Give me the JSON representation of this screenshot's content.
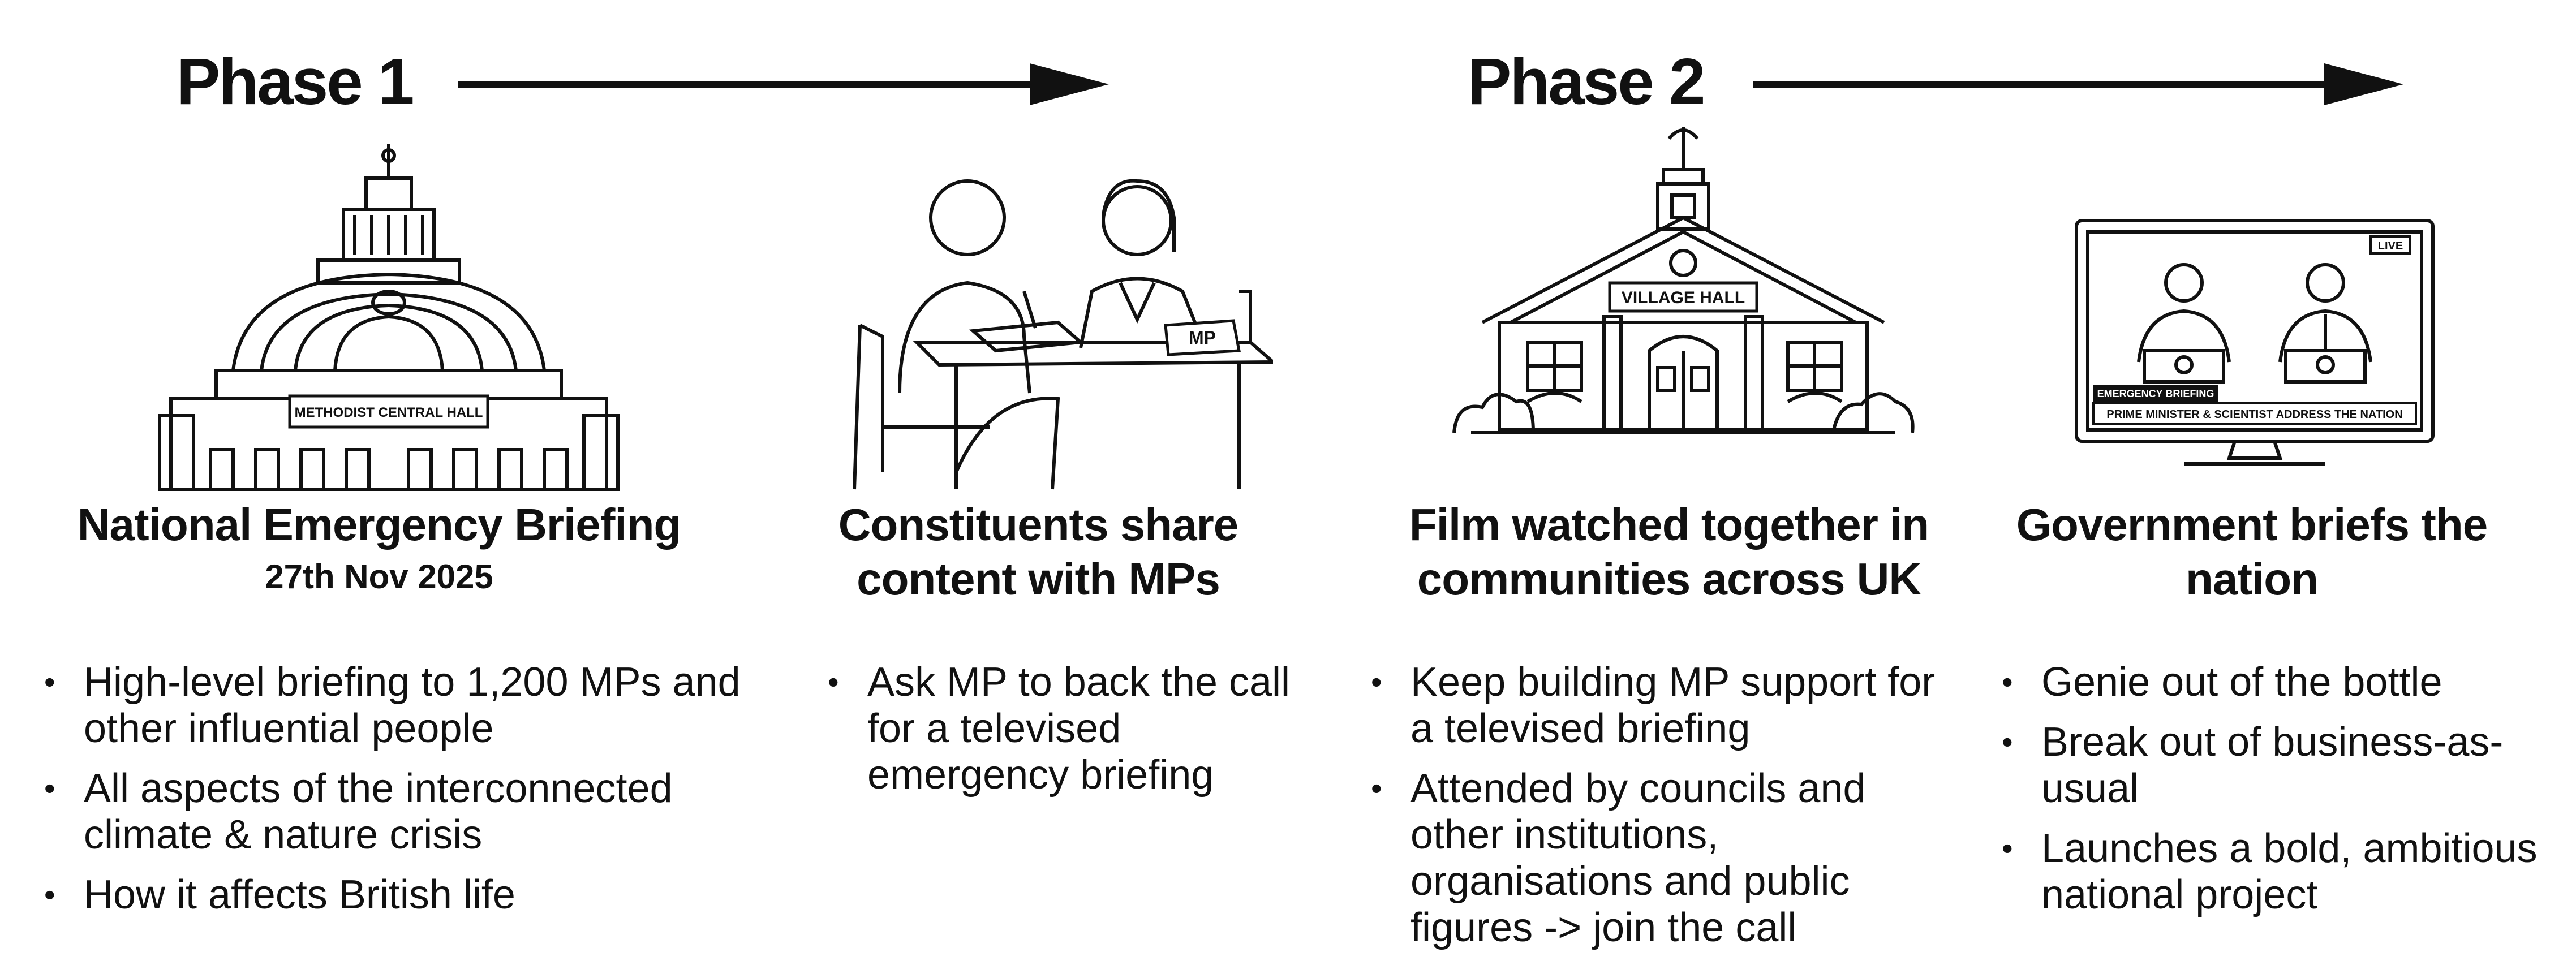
{
  "phases": [
    {
      "label": "Phase 1"
    },
    {
      "label": "Phase 2"
    }
  ],
  "illustrations": {
    "hall_sign": "METHODIST CENTRAL HALL",
    "mp_nameplate": "MP",
    "village_sign": "VILLAGE HALL",
    "tv_live": "LIVE",
    "tv_banner": "EMERGENCY BRIEFING",
    "tv_caption": "PRIME MINISTER & SCIENTIST ADDRESS THE NATION"
  },
  "steps": [
    {
      "title": "National Emergency Briefing",
      "subtitle": "27th Nov 2025",
      "bullets": [
        "High-level briefing to 1,200 MPs and other influential people",
        "All aspects of the interconnected climate & nature crisis",
        "How it affects British life"
      ]
    },
    {
      "title": "Constituents share content with MPs",
      "bullets": [
        "Ask MP to back the call for a televised emergency briefing"
      ]
    },
    {
      "title": "Film watched together in communities across UK",
      "bullets": [
        "Keep building MP support for a televised briefing",
        "Attended by councils and other institutions, organisations and public figures -> join the call"
      ]
    },
    {
      "title": "Government briefs the nation",
      "bullets": [
        "Genie out of the bottle",
        "Break out of business-as-usual",
        "Launches a bold, ambitious national project"
      ]
    }
  ]
}
